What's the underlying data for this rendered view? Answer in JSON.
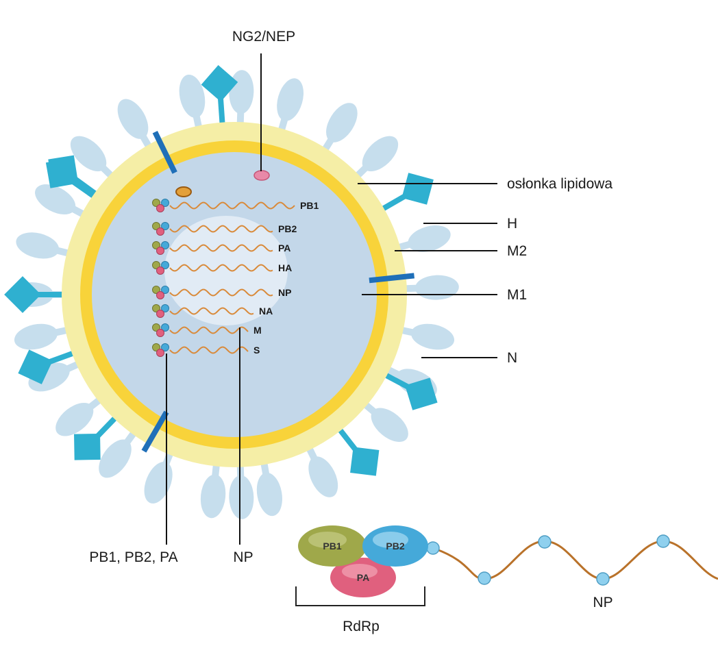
{
  "colors": {
    "envelope_outer": "#f5eea6",
    "envelope_inner": "#f8d33a",
    "core": "#c3d7e9",
    "h_spike": "#c6deed",
    "n_spike": "#2fb0d0",
    "m2_bar": "#1f6fb8",
    "rna": "#d98a3a",
    "pb1": "#9fa84a",
    "pb2": "#45a9d9",
    "pa": "#e0607e",
    "np_bead": "#8fd0ee"
  },
  "labels": {
    "ng2_nep": "NG2/NEP",
    "envelope": "osłonka lipidowa",
    "h": "H",
    "m2": "M2",
    "m1": "M1",
    "n": "N",
    "polymerase": "PB1, PB2, PA",
    "np": "NP"
  },
  "segments": [
    "PB1",
    "PB2",
    "PA",
    "HA",
    "NP",
    "NA",
    "M",
    "S"
  ],
  "rdrp": {
    "pb1": "PB1",
    "pb2": "PB2",
    "pa": "PA",
    "label": "RdRp",
    "np_label": "NP"
  }
}
